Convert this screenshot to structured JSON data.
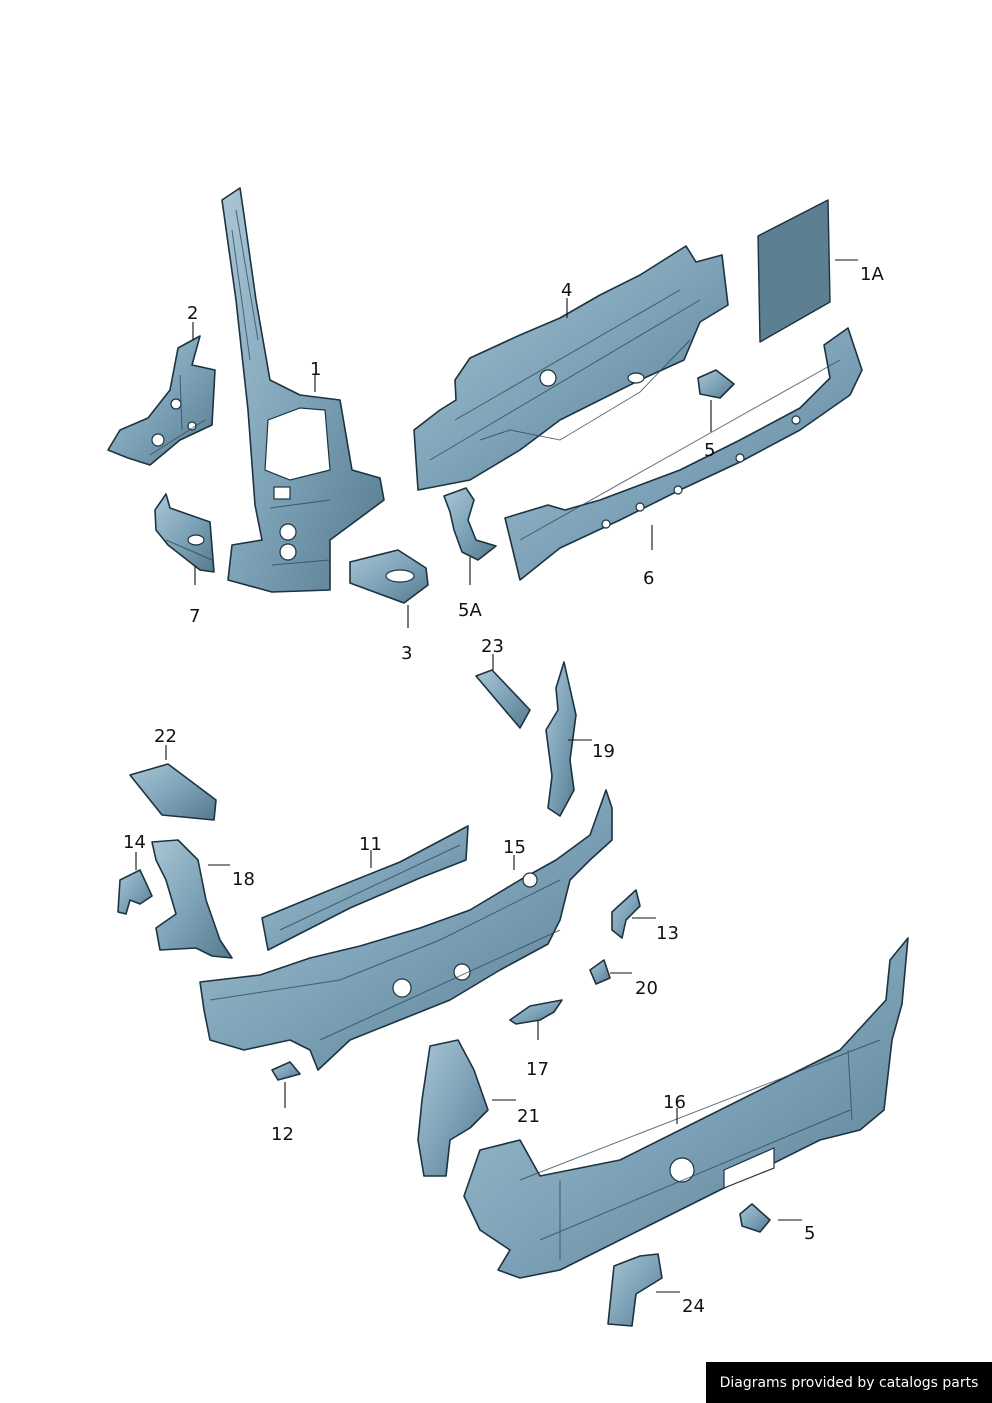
{
  "diagram": {
    "callouts": {
      "c1": "1",
      "c1A": "1A",
      "c2": "2",
      "c3": "3",
      "c4": "4",
      "c5_top": "5",
      "c5A": "5A",
      "c6": "6",
      "c7": "7",
      "c11": "11",
      "c12": "12",
      "c13": "13",
      "c14": "14",
      "c15": "15",
      "c16": "16",
      "c17": "17",
      "c18": "18",
      "c19": "19",
      "c20": "20",
      "c21": "21",
      "c22": "22",
      "c23": "23",
      "c24": "24",
      "c5_bottom": "5"
    },
    "colors": {
      "part_light": "#8fb4c7",
      "part_mid": "#6e95aa",
      "part_dark": "#4b6f82",
      "outline": "#1c3340"
    }
  },
  "footer": {
    "credit": "Diagrams provided by catalogs parts"
  }
}
